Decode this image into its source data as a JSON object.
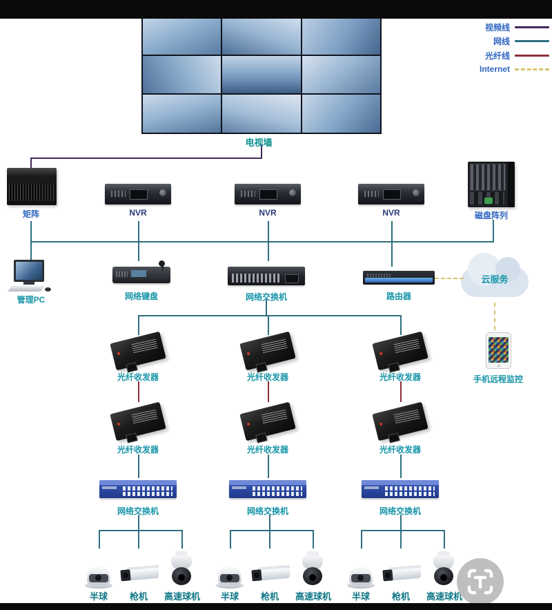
{
  "legend": {
    "items": [
      {
        "label": "视频线",
        "color": "#43295a",
        "style": "solid"
      },
      {
        "label": "网线",
        "color": "#2e6e7e",
        "style": "solid"
      },
      {
        "label": "光纤线",
        "color": "#8c2f38",
        "style": "solid"
      },
      {
        "label": "Internet",
        "color": "#d8c468",
        "style": "dashed"
      }
    ]
  },
  "video_wall": {
    "label": "电视墙",
    "rows": 3,
    "cols": 3,
    "feeds": 9
  },
  "devices": {
    "matrix": "矩阵",
    "nvr": "NVR",
    "disk_array": "磁盘阵列",
    "management_pc": "管理PC",
    "network_keyboard": "网络键盘",
    "core_switch": "网络交换机",
    "router": "路由器",
    "cloud": "云服务",
    "phone": "手机远程监控",
    "fiber_transceiver": "光纤收发器",
    "access_switch": "网络交换机",
    "dome_camera": "半球",
    "bullet_camera": "枪机",
    "ptz_camera": "高速球机"
  },
  "topology": {
    "nvr_count": 3,
    "fiber_link_columns": 3,
    "camera_groups": 3,
    "cameras_per_group": [
      "半球",
      "枪机",
      "高速球机"
    ]
  },
  "watermark": {
    "letter": "T"
  },
  "colors": {
    "video_line": "#43295a",
    "network_line": "#2e6e7e",
    "fiber_line": "#8c2f38",
    "internet_line": "#d8c468",
    "label_teal": "#1795a8",
    "label_blue": "#2f66c0",
    "label_navy": "#2a3a78"
  }
}
